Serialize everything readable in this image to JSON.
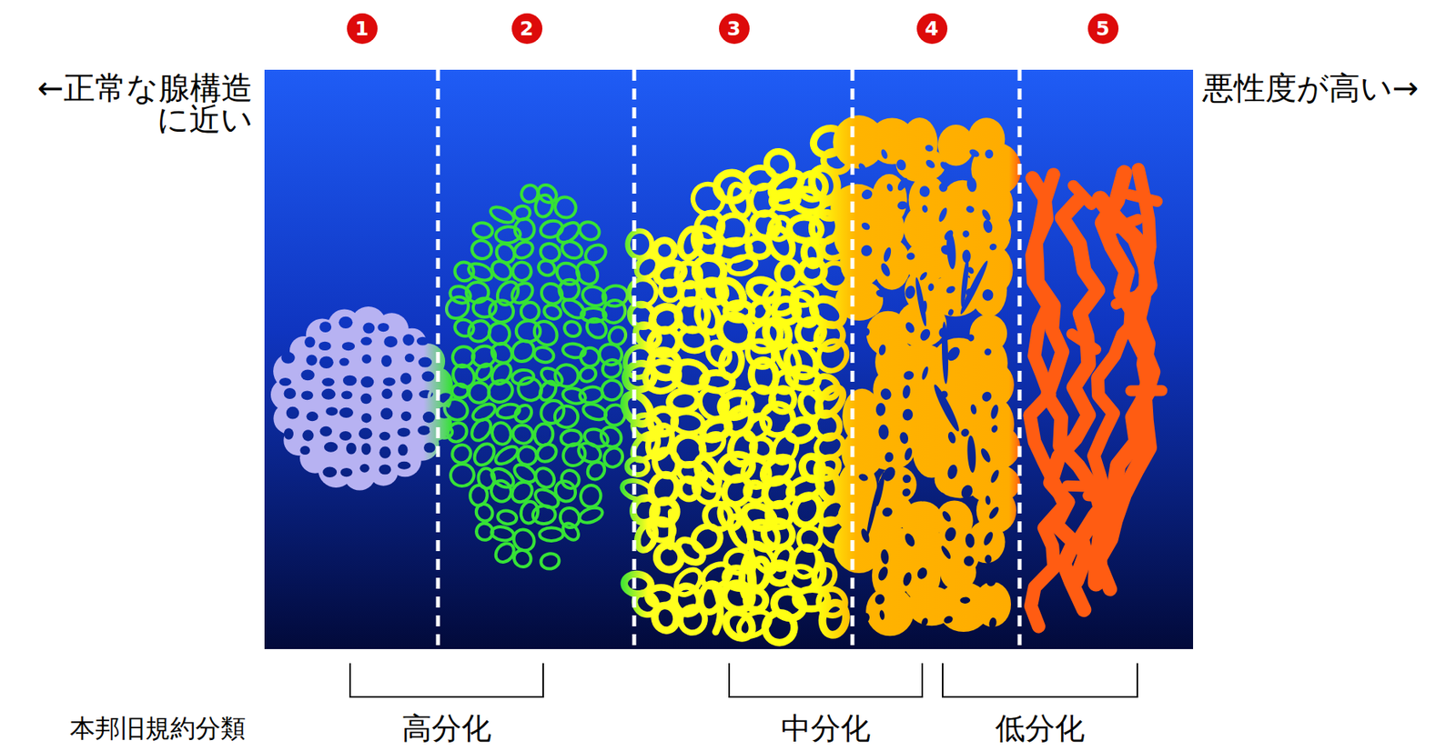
{
  "diagram": {
    "nodes": [
      {
        "text": [
          "1"
        ]
      },
      {
        "text": [
          "2"
        ]
      },
      {
        "text": [
          "3"
        ]
      },
      {
        "text": [
          "4"
        ]
      },
      {
        "text": [
          "5"
        ]
      }
    ],
    "labels": [
      "←正常な腺構造 に近い",
      "悪性度が高い→",
      "本邦旧規約分類",
      "高分化",
      "中分化",
      "低分化"
    ]
  }
}
